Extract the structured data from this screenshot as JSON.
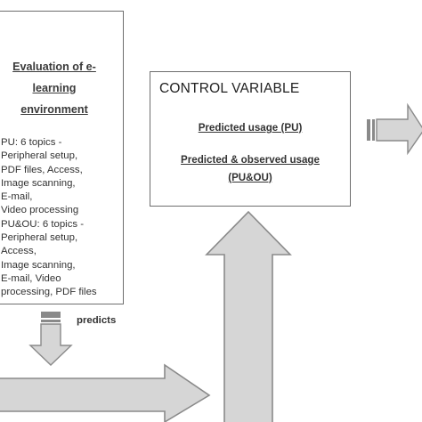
{
  "left_box": {
    "title_lines": [
      "Evaluation of e-",
      "learning",
      "environment"
    ],
    "body_lines": [
      "PU: 6 topics -",
      "Peripheral setup,",
      "PDF files, Access,",
      "Image scanning,",
      "E-mail,",
      "Video processing",
      "PU&OU: 6 topics -",
      "Peripheral setup,",
      "Access,",
      "Image scanning,",
      "E-mail, Video",
      "processing, PDF files"
    ]
  },
  "control_box": {
    "title": "CONTROL VARIABLE",
    "pu_label": "Predicted usage (PU)",
    "puou_label_line1": "Predicted & observed usage",
    "puou_label_line2": "(PU&OU)"
  },
  "connector": {
    "predicts_label": "predicts"
  },
  "colors": {
    "border": "#6e6e6e",
    "arrow_fill": "#d6d6d6",
    "arrow_stroke": "#8a8a8a",
    "text": "#2a2a2a"
  }
}
